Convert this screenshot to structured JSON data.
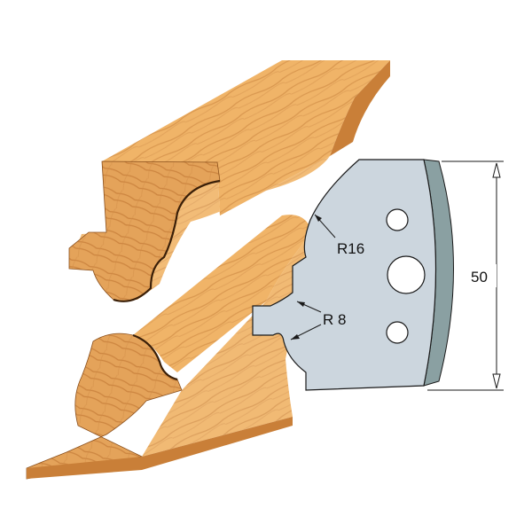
{
  "labels": {
    "radius_large": "R16",
    "radius_small": "R 8",
    "height": "50"
  },
  "colors": {
    "background": "#ffffff",
    "wood_face": "#e4a35a",
    "wood_face_dark": "#c97f38",
    "wood_top": "#f0b468",
    "wood_grain": "#c8823c",
    "knife_face": "#ccd6de",
    "knife_edge": "#8aa0a2",
    "outline": "#1a1a1a",
    "dimension_line": "#1a1a1a"
  },
  "icons": {
    "knife": "profile-knife-blade",
    "moulding_top": "wood-moulding",
    "moulding_bottom": "wood-moulding"
  }
}
